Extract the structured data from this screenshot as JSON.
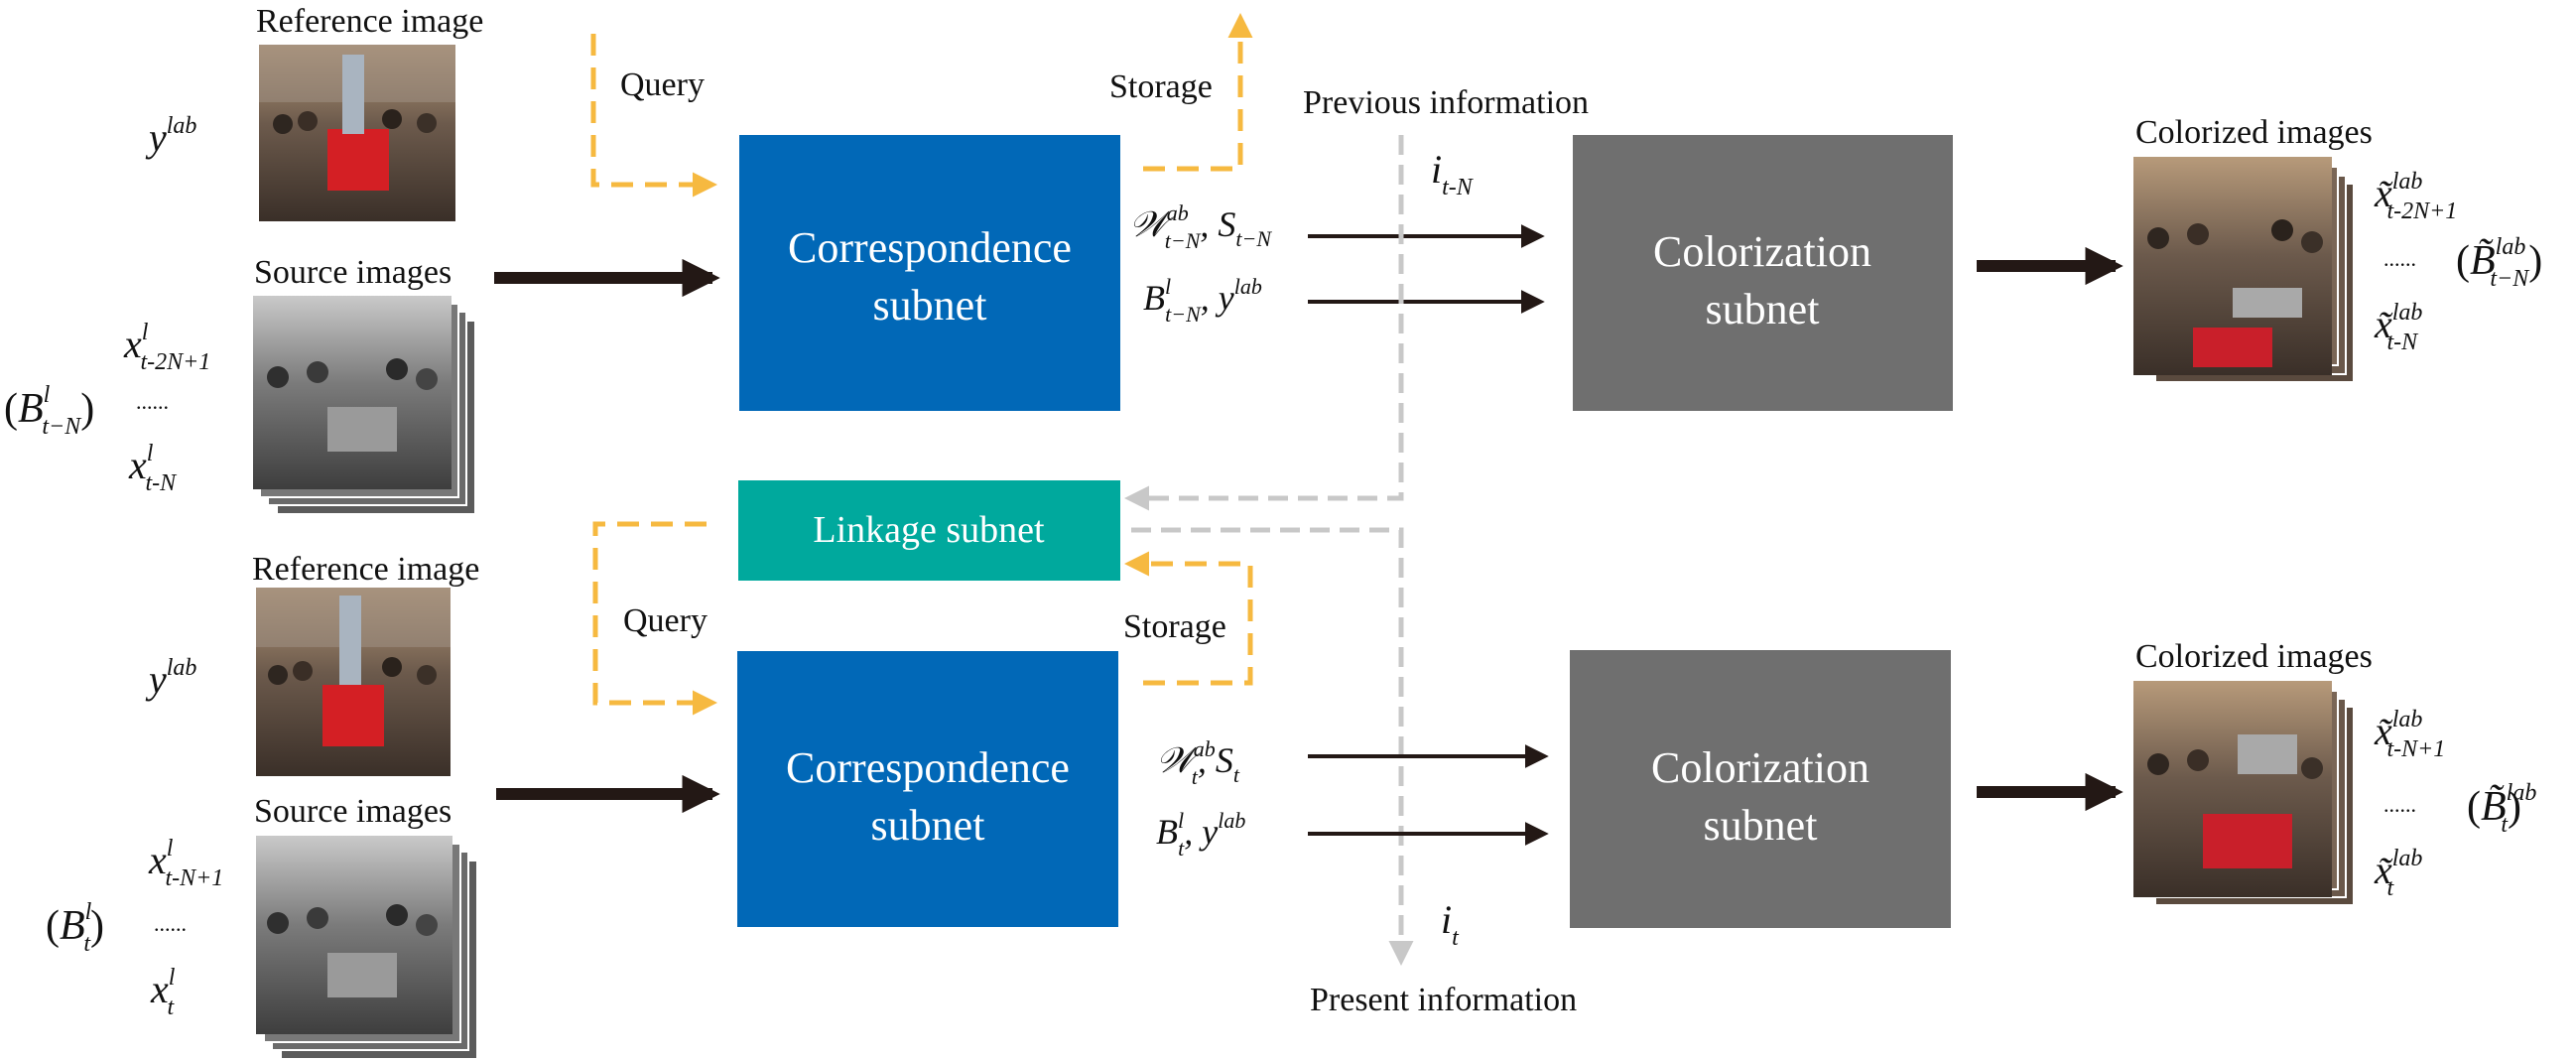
{
  "colors": {
    "correspondence_box": "#0168b7",
    "colorization_box": "#6f6f6f",
    "linkage_box": "#00a99d",
    "query_storage_arrow": "#f6b940",
    "info_arrow": "#c8c8c8",
    "main_arrow": "#231815"
  },
  "top": {
    "reference_label": "Reference image",
    "source_label": "Source images",
    "query_label": "Query",
    "storage_label": "Storage",
    "previous_info_label": "Previous information",
    "colorized_label": "Colorized images",
    "correspondence_line1": "Correspondence",
    "correspondence_line2": "subnet",
    "colorization_line1": "Colorization",
    "colorization_line2": "subnet",
    "y_base": "y",
    "y_sup": "lab",
    "x_first_base": "x",
    "x_first_sup": "l",
    "x_first_sub": "t-2N+1",
    "x_last_base": "x",
    "x_last_sup": "l",
    "x_last_sub": "t-N",
    "dots": "......",
    "batch_open": "(",
    "batch_base": "B",
    "batch_sup": "l",
    "batch_sub": "t−N",
    "batch_close": ")",
    "w_base": "𝒲",
    "w_sup": "ab",
    "w_sub": "t−N",
    "s_base": ", S",
    "s_sub": "t−N",
    "bl_base": "B",
    "bl_sup": "l",
    "bl_sub": "t−N",
    "yl_base": ", y",
    "yl_sup": "lab",
    "i_base": "i",
    "i_sub": "t-N",
    "out_first_base": "x̃",
    "out_first_sup": "lab",
    "out_first_sub": "t-2N+1",
    "out_last_base": "x̃",
    "out_last_sup": "lab",
    "out_last_sub": "t-N",
    "out_batch_open": "(",
    "out_batch_base": "B̃",
    "out_batch_sup": "lab",
    "out_batch_sub": "t−N",
    "out_batch_close": ")"
  },
  "linkage_label": "Linkage subnet",
  "bottom": {
    "reference_label": "Reference image",
    "source_label": "Source images",
    "query_label": "Query",
    "storage_label": "Storage",
    "present_info_label": "Present information",
    "colorized_label": "Colorized images",
    "correspondence_line1": "Correspondence",
    "correspondence_line2": "subnet",
    "colorization_line1": "Colorization",
    "colorization_line2": "subnet",
    "y_base": "y",
    "y_sup": "lab",
    "x_first_base": "x",
    "x_first_sup": "l",
    "x_first_sub": "t-N+1",
    "x_last_base": "x",
    "x_last_sup": "l",
    "x_last_sub": "t",
    "dots": "......",
    "batch_open": "(",
    "batch_base": "B",
    "batch_sup": "l",
    "batch_sub": "t",
    "batch_close": ")",
    "w_base": "𝒲",
    "w_sup": "ab",
    "w_sub": "t",
    "s_base": ", S",
    "s_sub": "t",
    "bl_base": "B",
    "bl_sup": "l",
    "bl_sub": "t",
    "yl_base": ", y",
    "yl_sup": "lab",
    "i_base": "i",
    "i_sub": "t",
    "out_first_base": "x̃",
    "out_first_sup": "lab",
    "out_first_sub": "t-N+1",
    "out_last_base": "x̃",
    "out_last_sup": "lab",
    "out_last_sub": "t",
    "out_batch_open": "(",
    "out_batch_base": "B̃",
    "out_batch_sup": "lab",
    "out_batch_sub": "t",
    "out_batch_close": ")"
  }
}
